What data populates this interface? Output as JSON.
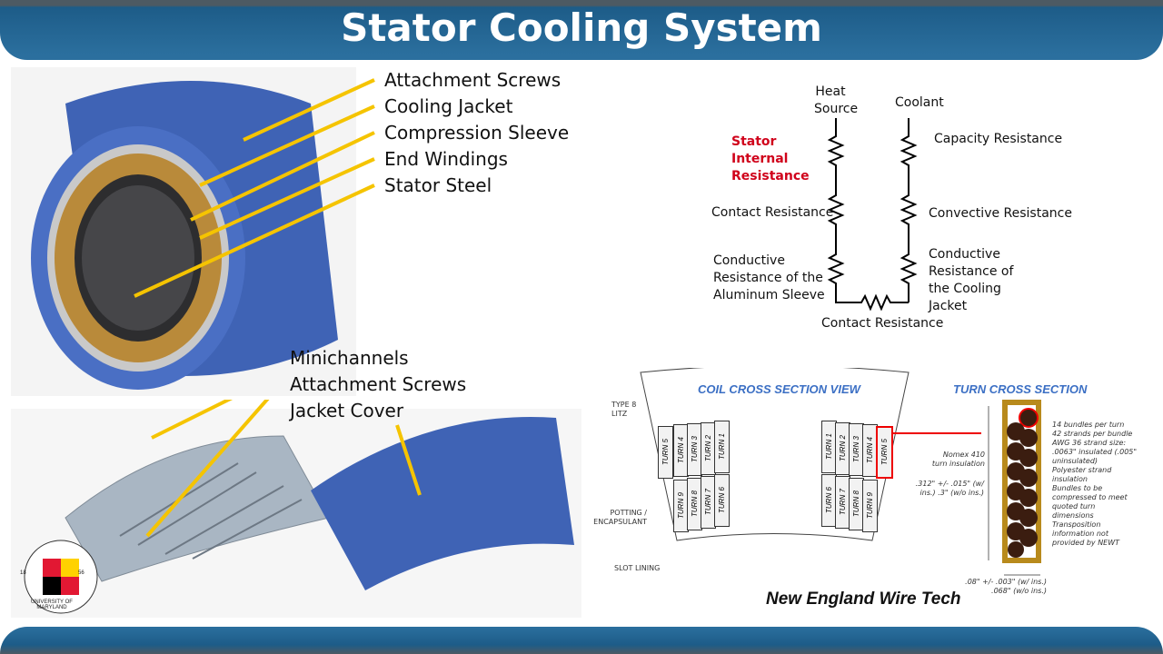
{
  "title": "Stator Cooling System",
  "motor_labels": [
    "Attachment Screws",
    "Cooling Jacket",
    "Compression Sleeve",
    "End Windings",
    "Stator Steel"
  ],
  "plate_labels": [
    "Minichannels",
    "Attachment Screws",
    "Jacket Cover"
  ],
  "circuit": {
    "heat_source": "Heat Source",
    "coolant": "Coolant",
    "stator_internal": "Stator Internal Resistance",
    "contact_left": "Contact Resistance",
    "conductive_left": "Conductive Resistance of the Aluminum Sleeve",
    "capacity": "Capacity Resistance",
    "convective": "Convective Resistance",
    "conductive_right": "Conductive Resistance of the Cooling Jacket",
    "contact_bottom": "Contact Resistance"
  },
  "coil": {
    "title": "COIL CROSS SECTION VIEW",
    "turn_title": "TURN CROSS SECTION",
    "type8": "TYPE 8 LITZ",
    "potting": "POTTING / ENCAPSULANT",
    "slot_lining": "SLOT LINING",
    "nomex": "Nomex 410 turn insulation",
    "height_dim": ".312\" +/- .015\" (w/ ins.) .3\" (w/o ins.)",
    "width_dim": ".08\" +/- .003\" (w/ ins.) .068\" (w/o ins.)",
    "turns": [
      "TURN 1",
      "TURN 2",
      "TURN 3",
      "TURN 4",
      "TURN 5",
      "TURN 6",
      "TURN 7",
      "TURN 8",
      "TURN 9"
    ],
    "notes": [
      "14 bundles per turn",
      "42 strands per bundle",
      "AWG 36 strand size: .0063\" insulated (.005\" uninsulated)",
      "Polyester strand insulation",
      "Bundles to be compressed to meet quoted turn dimensions",
      "Transposition information not provided by NEWT"
    ],
    "credit": "New England Wire Tech"
  },
  "logo": {
    "text": "UNIVERSITY OF MARYLAND",
    "years": [
      "18",
      "56"
    ]
  }
}
